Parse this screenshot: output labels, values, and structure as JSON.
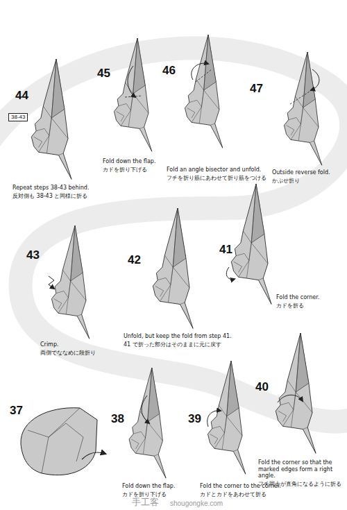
{
  "diagram": {
    "nodes": [
      {
        "text": [
          "38-43"
        ]
      }
    ],
    "labels": [
      "44",
      "45",
      "46",
      "47",
      "Repeat steps 38-43 behind.",
      "反対側も 38-43 と同様に折る",
      "Fold down the flap.",
      "カドを折り下げる",
      "Fold an angle bisector and unfold.",
      "フチを折り筋にあわせて折り筋をつける",
      "Outside reverse fold.",
      "かぶせ折り",
      "43",
      "42",
      "41",
      "Crimp.",
      "両側でななめに段折り",
      "Unfold, but keep the fold from step 41.",
      "41 で折った部分はそのままに元に戻す",
      "Fold the corner.",
      "カドを折る",
      "37",
      "38",
      "39",
      "40",
      "Fold down the flap.",
      "カドを折り下げる",
      "Fold the corner to the corner.",
      "カドとカドをあわせて折る",
      "Fold the corner so that the marked edges form a right angle.",
      "フチ同士が直角になるように折る",
      "手工客",
      "shougongke.com"
    ]
  }
}
